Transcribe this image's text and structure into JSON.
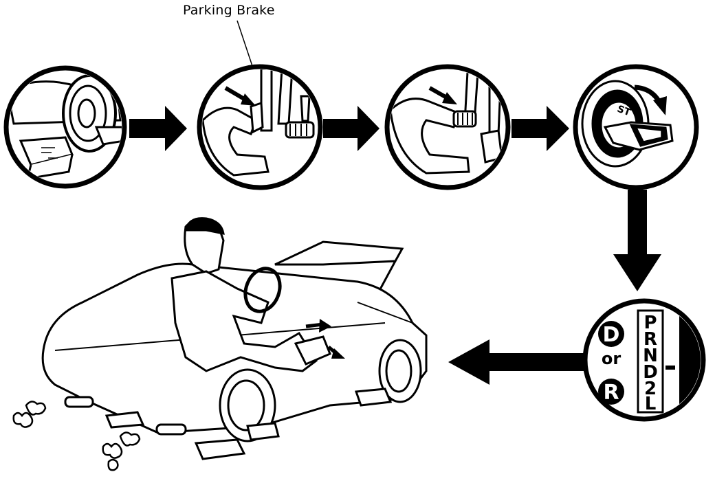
{
  "labels": {
    "parking_brake": "Parking Brake",
    "gear_d": "D",
    "gear_or": "or",
    "gear_r": "R",
    "key_mark": "ST"
  },
  "shift_positions": [
    "P",
    "R",
    "N",
    "D",
    "2",
    "L"
  ],
  "colors": {
    "ink": "#000000",
    "paper": "#ffffff"
  }
}
